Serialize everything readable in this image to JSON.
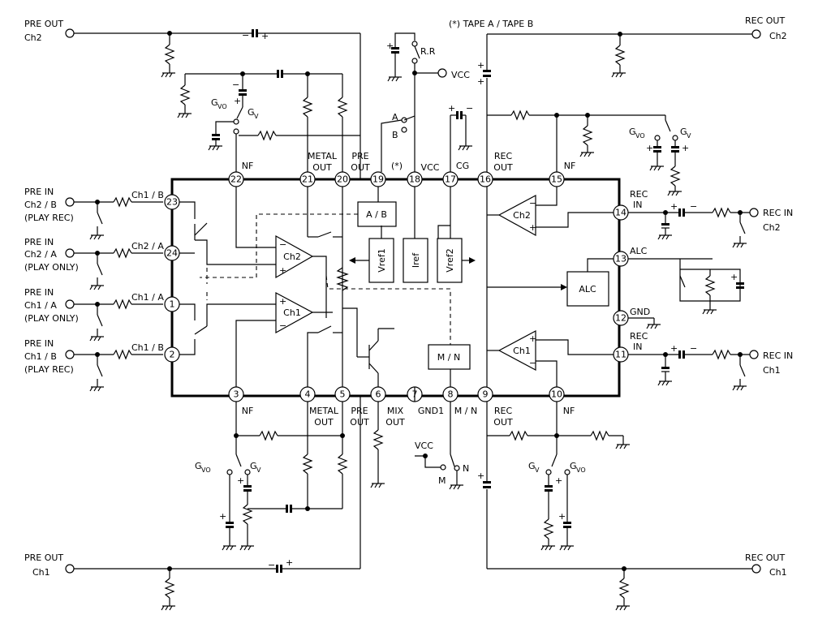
{
  "top_note": "(*)   TAPE A / TAPE B",
  "terminals": {
    "pre_out_ch2": [
      "PRE OUT",
      "Ch2"
    ],
    "rec_out_ch2": [
      "REC OUT",
      "Ch2"
    ],
    "pre_out_ch1": [
      "PRE OUT",
      "Ch1"
    ],
    "rec_out_ch1": [
      "REC OUT",
      "Ch1"
    ],
    "pre_in_ch2b": [
      "PRE IN",
      "Ch2 / B",
      "(PLAY REC)"
    ],
    "pre_in_ch2a": [
      "PRE IN",
      "Ch2 / A",
      "(PLAY ONLY)"
    ],
    "pre_in_ch1a": [
      "PRE IN",
      "Ch1 / A",
      "(PLAY ONLY)"
    ],
    "pre_in_ch1b": [
      "PRE IN",
      "Ch1 / B",
      "(PLAY REC)"
    ],
    "rec_in_ch2": [
      "REC IN",
      "Ch2"
    ],
    "rec_in_ch1": [
      "REC IN",
      "Ch1"
    ],
    "vcc": "VCC"
  },
  "input_resistor_labels": [
    "Ch1 / B",
    "Ch2 / A",
    "Ch1 / A",
    "Ch1 / B"
  ],
  "pins_top": [
    {
      "n": "22",
      "label": [
        "NF"
      ]
    },
    {
      "n": "21",
      "label": [
        "METAL",
        "OUT"
      ]
    },
    {
      "n": "20",
      "label": [
        "PRE",
        "OUT"
      ]
    },
    {
      "n": "19",
      "label": [
        "(*)"
      ]
    },
    {
      "n": "18",
      "label": [
        "VCC"
      ]
    },
    {
      "n": "17",
      "label": [
        "CG"
      ]
    },
    {
      "n": "16",
      "label": [
        "REC",
        "OUT"
      ]
    },
    {
      "n": "15",
      "label": [
        "NF"
      ]
    }
  ],
  "pins_bottom": [
    {
      "n": "3",
      "label": [
        "NF"
      ]
    },
    {
      "n": "4",
      "label": [
        "METAL",
        "OUT"
      ]
    },
    {
      "n": "5",
      "label": [
        "PRE",
        "OUT"
      ]
    },
    {
      "n": "6",
      "label": [
        "MIX",
        "OUT"
      ]
    },
    {
      "n": "7",
      "label": [
        "GND1"
      ]
    },
    {
      "n": "8",
      "label": [
        "M / N"
      ]
    },
    {
      "n": "9",
      "label": [
        "REC",
        "OUT"
      ]
    },
    {
      "n": "10",
      "label": [
        "NF"
      ]
    }
  ],
  "pins_left": [
    "23",
    "24",
    "1",
    "2"
  ],
  "pins_right": [
    {
      "n": "14",
      "label": [
        "REC",
        "IN"
      ]
    },
    {
      "n": "13",
      "label": [
        "ALC"
      ]
    },
    {
      "n": "12",
      "label": [
        "GND"
      ]
    },
    {
      "n": "11",
      "label": [
        "REC",
        "IN"
      ]
    }
  ],
  "blocks": {
    "ab": "A / B",
    "vref1": "Vref1",
    "iref": "Iref",
    "vref2": "Vref2",
    "alc": "ALC",
    "mn": "M / N",
    "amp_ch2": "Ch2",
    "amp_ch1": "Ch1",
    "rec_amp_ch2": "Ch2",
    "rec_amp_ch1": "Ch1"
  },
  "switch_labels": {
    "rr": "R.R",
    "a": "A",
    "b": "B",
    "m": "M",
    "n": "N",
    "gvo": "GVO",
    "gv": "GV"
  }
}
